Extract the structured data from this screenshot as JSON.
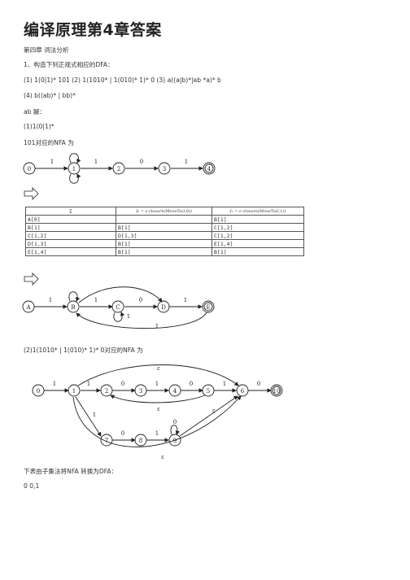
{
  "title": "编译原理第4章答案",
  "lines": {
    "chapter": "第四章 词法分析",
    "q1": "1、构造下列正规式相应的DFA：",
    "exprs1": "(1) 1(0|1)* 101 (2) 1(1010* | 1(010)* 1)* 0 (3) a((a|b)*|ab *a)* b",
    "exprs2": "(4) b((ab)* | bb)*",
    "ab_solution": "ab 解：",
    "sub1": "(1)1(0|1)*",
    "nfa1_caption": "101对应的NFA 为",
    "nfa2_caption": "(2)1(1010* | 1(010)* 1)* 0对应的NFA 为",
    "table_caption": "下表由子集法将NFA 转换为DFA：",
    "last": "0 0,1"
  },
  "diagram1": {
    "states": [
      "0",
      "1",
      "2",
      "3",
      "4"
    ],
    "edge_labels": [
      "1",
      "1",
      "0",
      "1"
    ]
  },
  "table": {
    "header": [
      "I",
      "I₀ = ε-closure(MoveTo(I,0))",
      "I₁ = ε-closure(MoveTo(I,1))"
    ],
    "rows": [
      [
        "A[0]",
        "",
        "B[1]"
      ],
      [
        "B[1]",
        "B[1]",
        "C[1,2]"
      ],
      [
        "C[1,2]",
        "D[1,3]",
        "C[1,2]"
      ],
      [
        "D[1,3]",
        "B[1]",
        "E[1,4]"
      ],
      [
        "E[1,4]",
        "B[1]",
        "B[1]"
      ]
    ]
  },
  "diagram2": {
    "states": [
      "A",
      "B",
      "C",
      "D",
      "E"
    ],
    "edge_labels": [
      "1",
      "1",
      "0",
      "1",
      "1",
      "1"
    ]
  },
  "diagram3": {
    "states": [
      "0",
      "1",
      "2",
      "3",
      "4",
      "5",
      "6",
      "7",
      "8",
      "9",
      "10"
    ],
    "edge_labels": [
      "1",
      "1",
      "0",
      "1",
      "0",
      "1",
      "0",
      "ε",
      "ε",
      "ε",
      "1",
      "0",
      "1",
      "0",
      "ε"
    ]
  }
}
